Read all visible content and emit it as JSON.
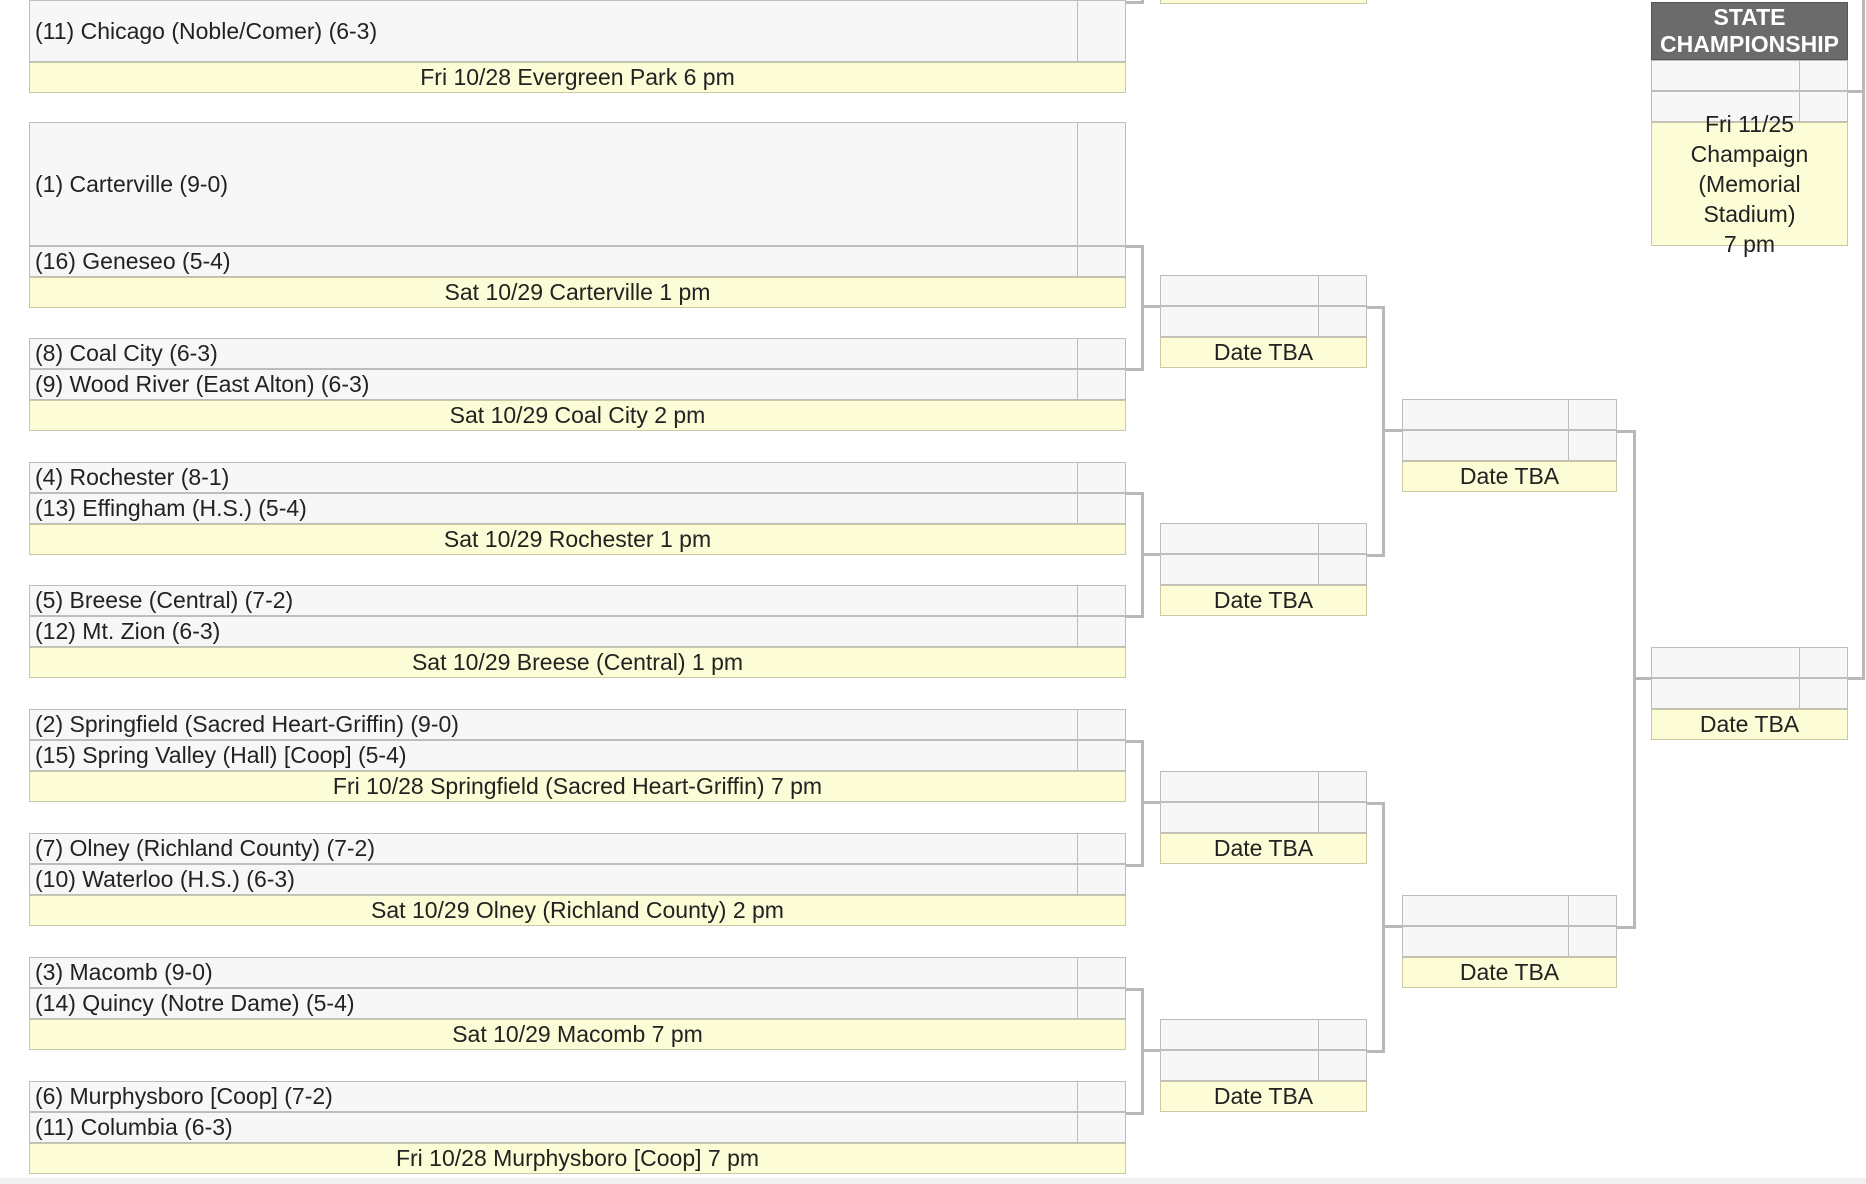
{
  "header": {
    "line1": "STATE",
    "line2": "CHAMPIONSHIP"
  },
  "first_round": {
    "top_partial": {
      "team": "(11) Chicago (Noble/Comer) (6-3)",
      "info": "Fri 10/28 Evergreen Park 6 pm"
    },
    "games": [
      {
        "team1": "(1) Carterville (9-0)",
        "team2": "(16) Geneseo (5-4)",
        "info": "Sat 10/29 Carterville 1 pm"
      },
      {
        "team1": "(8) Coal City (6-3)",
        "team2": "(9) Wood River (East Alton) (6-3)",
        "info": "Sat 10/29 Coal City 2 pm"
      },
      {
        "team1": "(4) Rochester (8-1)",
        "team2": "(13) Effingham (H.S.) (5-4)",
        "info": "Sat 10/29 Rochester 1 pm"
      },
      {
        "team1": "(5) Breese (Central) (7-2)",
        "team2": "(12) Mt. Zion (6-3)",
        "info": "Sat 10/29 Breese (Central) 1 pm"
      },
      {
        "team1": "(2) Springfield (Sacred Heart-Griffin) (9-0)",
        "team2": "(15) Spring Valley (Hall) [Coop] (5-4)",
        "info": "Fri 10/28 Springfield (Sacred Heart-Griffin) 7 pm"
      },
      {
        "team1": "(7) Olney (Richland County) (7-2)",
        "team2": "(10) Waterloo (H.S.) (6-3)",
        "info": "Sat 10/29 Olney (Richland County) 2 pm"
      },
      {
        "team1": "(3) Macomb (9-0)",
        "team2": "(14) Quincy (Notre Dame) (5-4)",
        "info": "Sat 10/29 Macomb 7 pm"
      },
      {
        "team1": "(6) Murphysboro [Coop] (7-2)",
        "team2": "(11) Columbia (6-3)",
        "info": "Fri 10/28 Murphysboro [Coop] 7 pm"
      }
    ]
  },
  "second_round": [
    {
      "info": "Date TBA"
    },
    {
      "info": "Date TBA"
    },
    {
      "info": "Date TBA"
    },
    {
      "info": "Date TBA"
    }
  ],
  "quarterfinals": [
    {
      "info": "Date TBA"
    },
    {
      "info": "Date TBA"
    }
  ],
  "semifinal": {
    "info": "Date TBA"
  },
  "championship": {
    "info_lines": [
      "Fri 11/25",
      "Champaign",
      "(Memorial Stadium)",
      "7 pm"
    ]
  }
}
